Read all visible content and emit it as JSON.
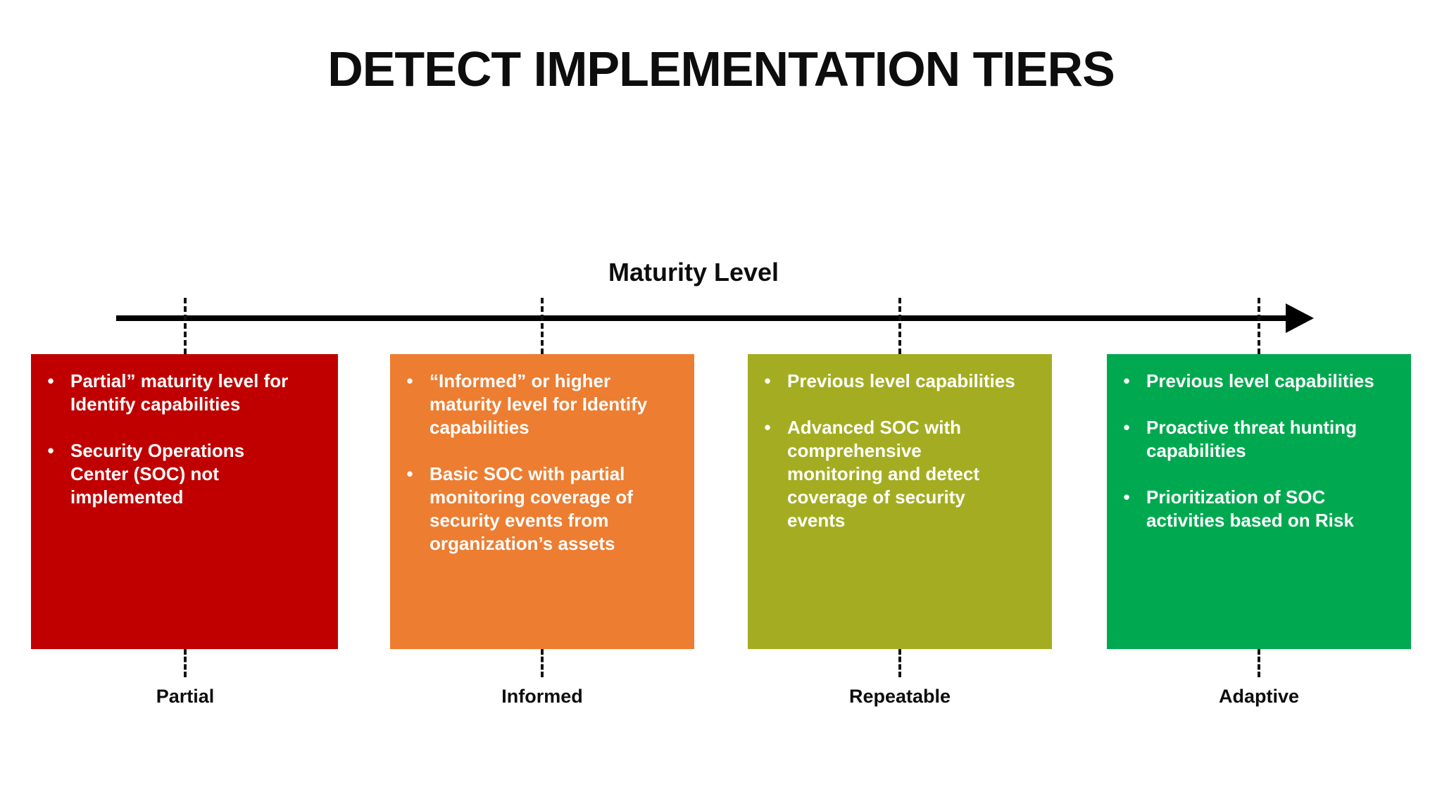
{
  "title": "DETECT IMPLEMENTATION TIERS",
  "axis": {
    "label": "Maturity Level"
  },
  "icons": {
    "bullet": "•"
  },
  "colors": {
    "background": "#FFFFFF",
    "axis_line": "#000000",
    "tier_text": "#FFFFFF",
    "label_text": "#0D0D0D"
  },
  "tiers": [
    {
      "name": "Partial",
      "color": "#C00000",
      "bullets": [
        "Partial” maturity level for\nIdentify capabilities",
        "Security Operations\nCenter (SOC) not\nimplemented"
      ]
    },
    {
      "name": "Informed",
      "color": "#ED7D31",
      "bullets": [
        "“Informed” or higher\nmaturity level for Identify\ncapabilities",
        "Basic SOC with partial\nmonitoring coverage of\nsecurity events from\norganization’s assets"
      ]
    },
    {
      "name": "Repeatable",
      "color": "#A4AD21",
      "bullets": [
        "Previous level capabilities",
        "Advanced SOC with\ncomprehensive\nmonitoring and detect\ncoverage of security\nevents"
      ]
    },
    {
      "name": "Adaptive",
      "color": "#00A950",
      "bullets": [
        "Previous level capabilities",
        "Proactive threat hunting\ncapabilities",
        "Prioritization of SOC\nactivities based on Risk"
      ]
    }
  ]
}
